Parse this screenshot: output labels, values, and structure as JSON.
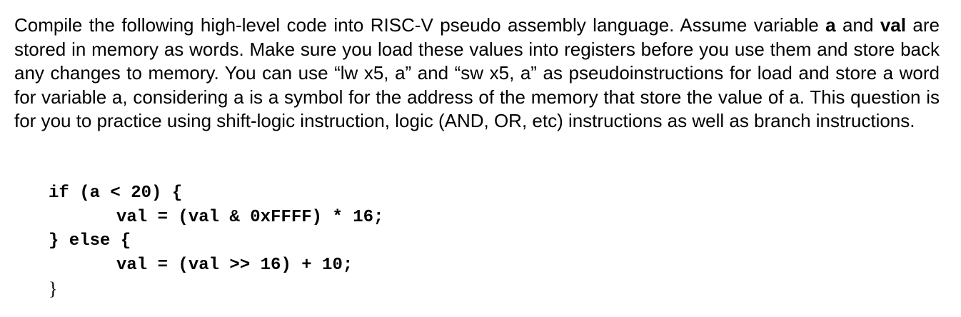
{
  "question": {
    "text_1": "Compile the following high-level code into RISC-V pseudo assembly language.  Assume variable ",
    "bold_a": "a",
    "text_2": " and ",
    "bold_val": "val",
    "text_3": " are stored in memory as words.  Make sure you load these values into registers before you use them and store back any changes to memory.  You can use “lw x5, a” and “sw x5, a” as pseudoinstructions for load and store a word for variable a, considering a is a symbol for the address of the memory that store the value of a. This question is for you to practice using shift-logic instruction, logic (AND, OR, etc) instructions as well as branch instructions."
  },
  "code": {
    "line_1": "if (a < 20) {",
    "line_2": "val = (val & 0xFFFF) * 16;",
    "line_3": "} else {",
    "line_4": "val = (val >> 16) + 10;",
    "line_5": "}"
  }
}
